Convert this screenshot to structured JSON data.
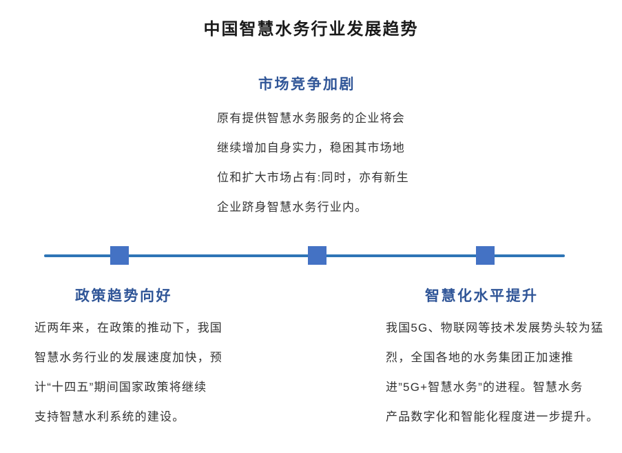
{
  "page": {
    "title": "中国智慧水务行业发展趋势"
  },
  "colors": {
    "title_text": "#1a1a1a",
    "heading_blue": "#2F5597",
    "body_text": "#333333",
    "timeline_line": "#2E75B6",
    "timeline_marker": "#4472C4"
  },
  "timeline": {
    "marker_count": 3
  },
  "sections": {
    "market": {
      "heading": "市场竞争加剧",
      "lines": [
        "原有提供智慧水务服务的企业将会",
        "继续增加自身实力，稳困其市场地",
        "位和扩大市场占有:同时，亦有新生",
        "企业跻身智慧水务行业内。"
      ]
    },
    "policy": {
      "heading": "政策趋势向好",
      "lines": [
        "近两年来，在政策的推动下，我国",
        "智慧水务行业的发展速度加快，预",
        "计“十四五”期间国家政策将继续",
        "支持智慧水利系统的建设。"
      ]
    },
    "smart": {
      "heading": "智慧化水平提升",
      "lines": [
        "我国5G、物联网等技术发展势头较为猛",
        "烈，全国各地的水务集团正加速推",
        "进”5G+智慧水务”的进程。智慧水务",
        "产品数字化和智能化程度进一步提升。"
      ]
    }
  }
}
